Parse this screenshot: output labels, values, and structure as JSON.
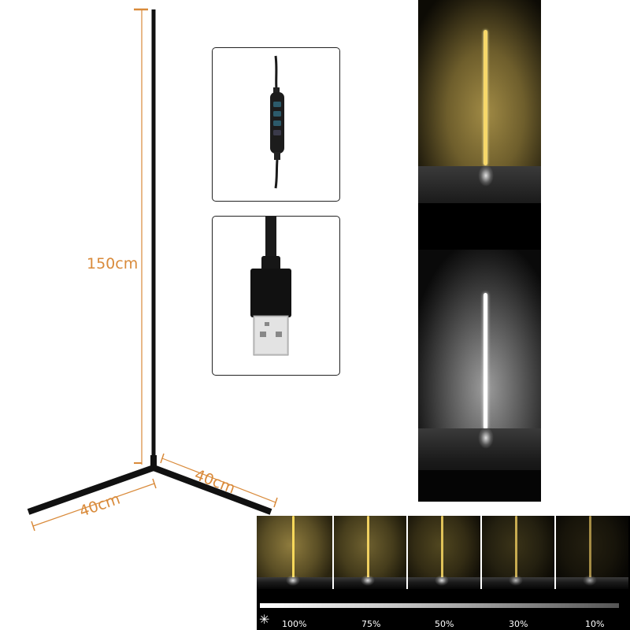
{
  "dimensions": {
    "height_label": "150cm",
    "leg_right_label": "40cm",
    "leg_left_label": "40cm",
    "annotation_color": "#d98a3a"
  },
  "insets": [
    {
      "name": "remote-controller",
      "description": "inline remote with 4 buttons"
    },
    {
      "name": "usb-plug",
      "description": "USB-A connector"
    }
  ],
  "light_modes": [
    {
      "name": "warm-light",
      "tube_color": "#f7d86a",
      "glow_color": "#9a8440"
    },
    {
      "name": "cool-light",
      "tube_color": "#ffffff",
      "glow_color": "#9a9a9a"
    }
  ],
  "brightness": {
    "icon": "sun-icon",
    "levels": [
      {
        "label": "100%",
        "glow": "#8f7c3e",
        "tube": "#f8d85a"
      },
      {
        "label": "75%",
        "glow": "#6f6130",
        "tube": "#f0d060"
      },
      {
        "label": "50%",
        "glow": "#514720",
        "tube": "#e0c258"
      },
      {
        "label": "30%",
        "glow": "#3a3318",
        "tube": "#c7ab50"
      },
      {
        "label": "10%",
        "glow": "#241f10",
        "tube": "#a58c45"
      }
    ]
  }
}
